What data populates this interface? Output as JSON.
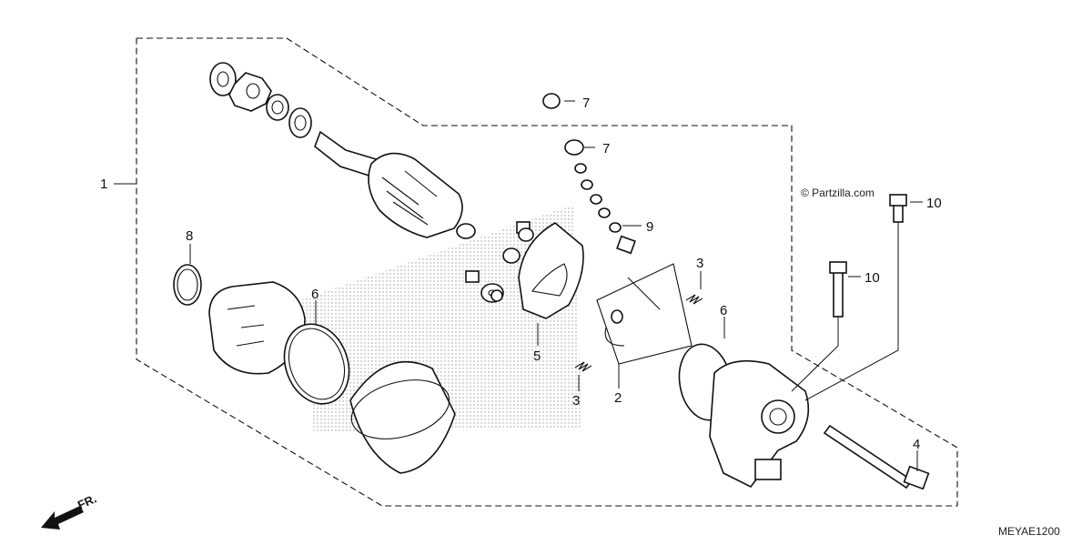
{
  "watermark": "© Partzilla.com",
  "diagram_code": "MEYAE1200",
  "direction_label": "FR.",
  "callouts": [
    {
      "id": "c1",
      "label": "1"
    },
    {
      "id": "c2",
      "label": "2"
    },
    {
      "id": "c3a",
      "label": "3"
    },
    {
      "id": "c3b",
      "label": "3"
    },
    {
      "id": "c4",
      "label": "4"
    },
    {
      "id": "c5",
      "label": "5"
    },
    {
      "id": "c6a",
      "label": "6"
    },
    {
      "id": "c6b",
      "label": "6"
    },
    {
      "id": "c7a",
      "label": "7"
    },
    {
      "id": "c7b",
      "label": "7"
    },
    {
      "id": "c8",
      "label": "8"
    },
    {
      "id": "c9",
      "label": "9"
    },
    {
      "id": "c10a",
      "label": "10"
    },
    {
      "id": "c10b",
      "label": "10"
    }
  ]
}
